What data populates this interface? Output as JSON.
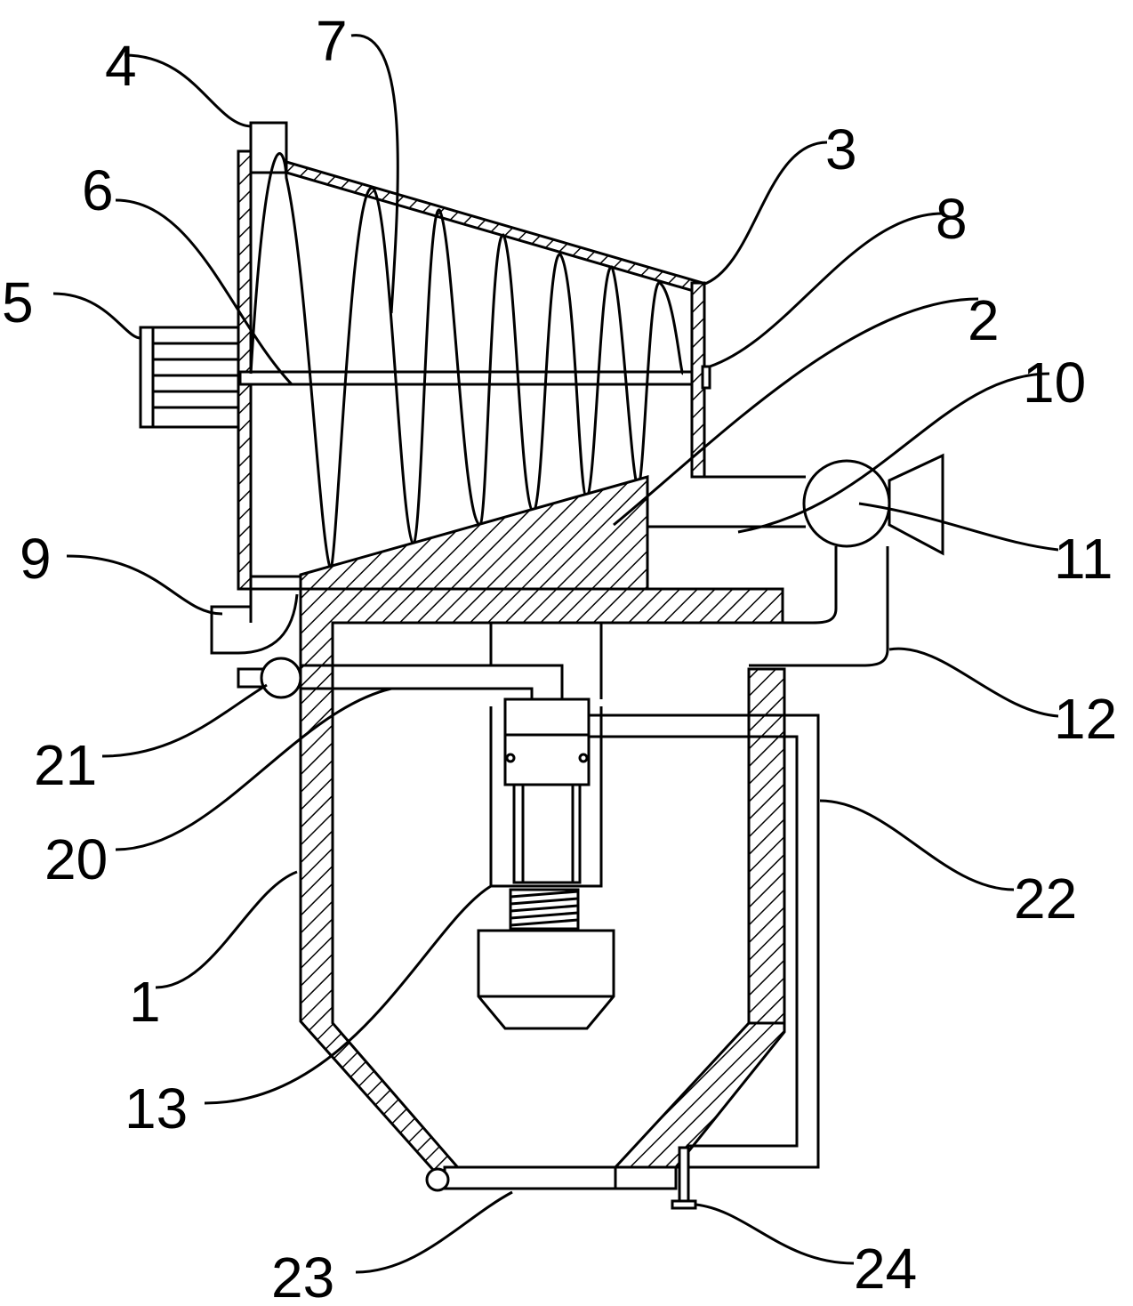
{
  "labels": {
    "l1": "1",
    "l2": "2",
    "l3": "3",
    "l4": "4",
    "l5": "5",
    "l6": "6",
    "l7": "7",
    "l8": "8",
    "l9": "9",
    "l10": "10",
    "l11": "11",
    "l12": "12",
    "l13": "13",
    "l20": "20",
    "l21": "21",
    "l22": "22",
    "l23": "23",
    "l24": "24"
  }
}
